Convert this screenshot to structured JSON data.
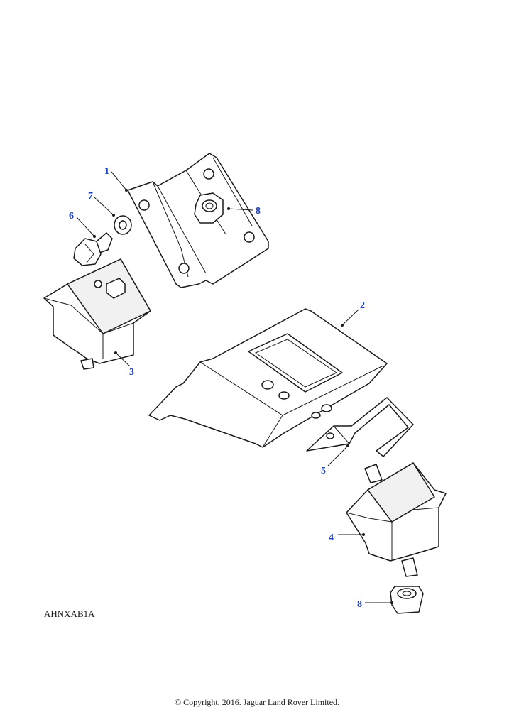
{
  "diagram": {
    "illustration_code": "AHNXAB1A",
    "copyright": "© Copyright, 2016. Jaguar Land Rover Limited.",
    "callouts": {
      "bracket_upper": "1",
      "plate": "2",
      "mount_left": "3",
      "mount_right": "4",
      "shim": "5",
      "bolt": "6",
      "washer": "7",
      "nut_upper": "8",
      "nut_lower": "8"
    },
    "colors": {
      "callout": "#1a3fc4",
      "line": "#1a1a1a"
    }
  }
}
